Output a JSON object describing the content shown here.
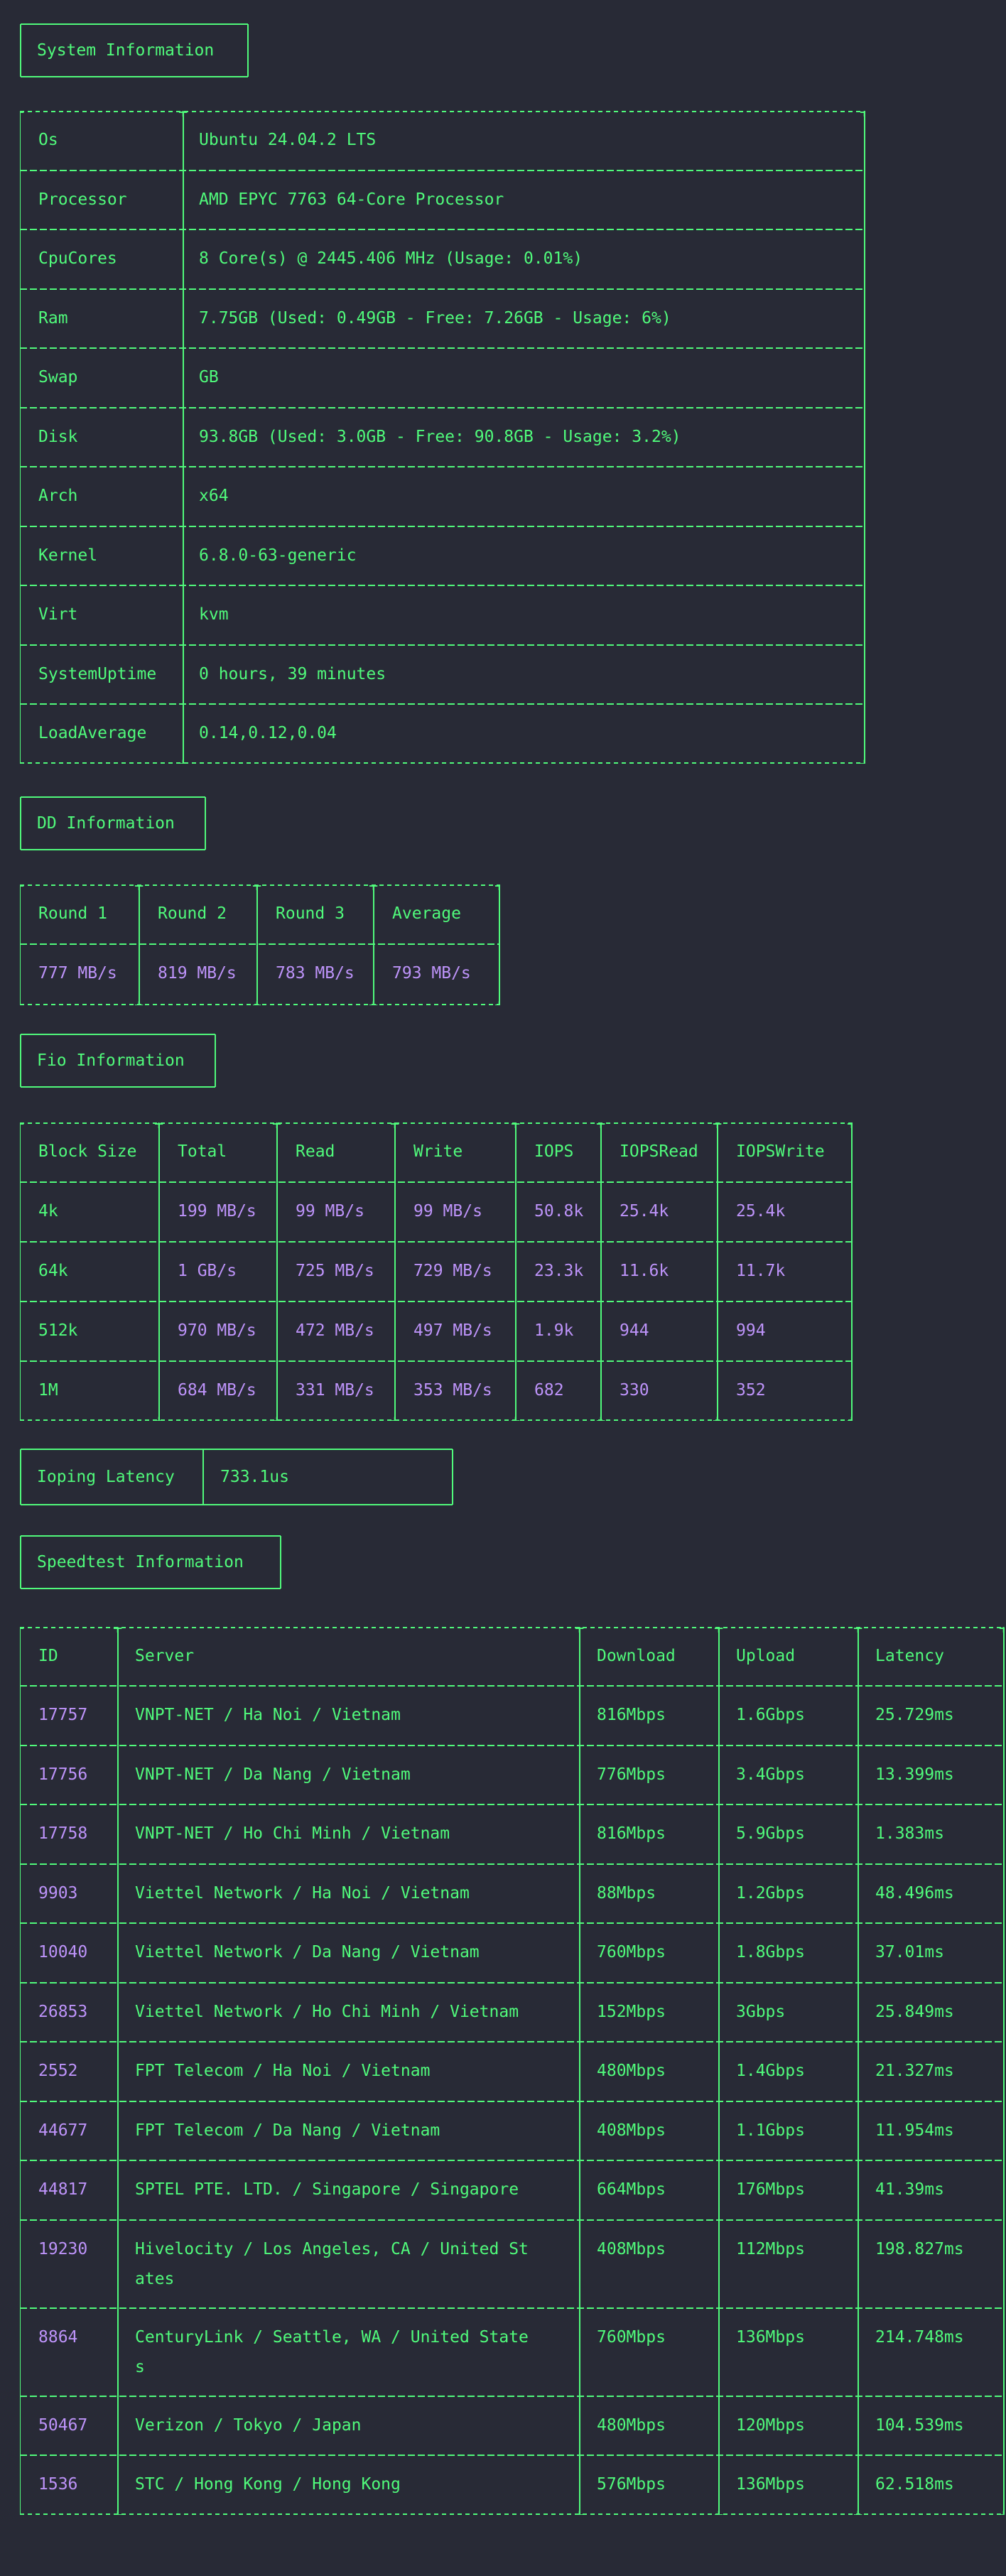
{
  "sections": {
    "system": "System Information",
    "dd": "DD Information",
    "fio": "Fio Information",
    "ioping_label": "Ioping Latency",
    "ioping_value": "733.1us",
    "speedtest": "Speedtest Information"
  },
  "system_info": [
    {
      "key": "Os",
      "value": "Ubuntu 24.04.2 LTS"
    },
    {
      "key": "Processor",
      "value": "AMD EPYC 7763 64-Core Processor"
    },
    {
      "key": "CpuCores",
      "value": "8 Core(s) @ 2445.406 MHz (Usage: 0.01%)"
    },
    {
      "key": "Ram",
      "value": "7.75GB (Used: 0.49GB - Free: 7.26GB - Usage: 6%)"
    },
    {
      "key": "Swap",
      "value": "GB"
    },
    {
      "key": "Disk",
      "value": "93.8GB (Used: 3.0GB - Free: 90.8GB - Usage: 3.2%)"
    },
    {
      "key": "Arch",
      "value": "x64"
    },
    {
      "key": "Kernel",
      "value": "6.8.0-63-generic"
    },
    {
      "key": "Virt",
      "value": "kvm"
    },
    {
      "key": "SystemUptime",
      "value": "0 hours, 39 minutes"
    },
    {
      "key": "LoadAverage",
      "value": "0.14,0.12,0.04"
    }
  ],
  "dd": {
    "headers": [
      "Round 1",
      "Round 2",
      "Round 3",
      "Average"
    ],
    "values": [
      "777 MB/s",
      "819 MB/s",
      "783 MB/s",
      "793 MB/s"
    ]
  },
  "fio": {
    "headers": [
      "Block Size",
      "Total",
      "Read",
      "Write",
      "IOPS",
      "IOPSRead",
      "IOPSWrite"
    ],
    "rows": [
      [
        "4k",
        "199 MB/s",
        "99 MB/s",
        "99 MB/s",
        "50.8k",
        "25.4k",
        "25.4k"
      ],
      [
        "64k",
        "1 GB/s",
        "725 MB/s",
        "729 MB/s",
        "23.3k",
        "11.6k",
        "11.7k"
      ],
      [
        "512k",
        "970 MB/s",
        "472 MB/s",
        "497 MB/s",
        "1.9k",
        "944",
        "994"
      ],
      [
        "1M",
        "684 MB/s",
        "331 MB/s",
        "353 MB/s",
        "682",
        "330",
        "352"
      ]
    ]
  },
  "speedtest": {
    "headers": [
      "ID",
      "Server",
      "Download",
      "Upload",
      "Latency"
    ],
    "rows": [
      {
        "id": "17757",
        "server": [
          "VNPT-NET / Ha Noi / Vietnam"
        ],
        "download": "816Mbps",
        "upload": "1.6Gbps",
        "latency": "25.729ms"
      },
      {
        "id": "17756",
        "server": [
          "VNPT-NET / Da Nang / Vietnam"
        ],
        "download": "776Mbps",
        "upload": "3.4Gbps",
        "latency": "13.399ms"
      },
      {
        "id": "17758",
        "server": [
          "VNPT-NET / Ho Chi Minh / Vietnam"
        ],
        "download": "816Mbps",
        "upload": "5.9Gbps",
        "latency": "1.383ms"
      },
      {
        "id": "9903",
        "server": [
          "Viettel Network / Ha Noi / Vietnam"
        ],
        "download": "88Mbps",
        "upload": "1.2Gbps",
        "latency": "48.496ms"
      },
      {
        "id": "10040",
        "server": [
          "Viettel Network / Da Nang / Vietnam"
        ],
        "download": "760Mbps",
        "upload": "1.8Gbps",
        "latency": "37.01ms"
      },
      {
        "id": "26853",
        "server": [
          "Viettel Network / Ho Chi Minh / Vietnam"
        ],
        "download": "152Mbps",
        "upload": "3Gbps",
        "latency": "25.849ms"
      },
      {
        "id": "2552",
        "server": [
          "FPT Telecom / Ha Noi / Vietnam"
        ],
        "download": "480Mbps",
        "upload": "1.4Gbps",
        "latency": "21.327ms"
      },
      {
        "id": "44677",
        "server": [
          "FPT Telecom / Da Nang / Vietnam"
        ],
        "download": "408Mbps",
        "upload": "1.1Gbps",
        "latency": "11.954ms"
      },
      {
        "id": "44817",
        "server": [
          "SPTEL PTE. LTD. / Singapore / Singapore"
        ],
        "download": "664Mbps",
        "upload": "176Mbps",
        "latency": "41.39ms"
      },
      {
        "id": "19230",
        "server": [
          "Hivelocity / Los Angeles, CA / United St",
          "ates"
        ],
        "download": "408Mbps",
        "upload": "112Mbps",
        "latency": "198.827ms"
      },
      {
        "id": "8864",
        "server": [
          "CenturyLink / Seattle, WA / United State",
          "s"
        ],
        "download": "760Mbps",
        "upload": "136Mbps",
        "latency": "214.748ms"
      },
      {
        "id": "50467",
        "server": [
          "Verizon / Tokyo / Japan"
        ],
        "download": "480Mbps",
        "upload": "120Mbps",
        "latency": "104.539ms"
      },
      {
        "id": "1536",
        "server": [
          "STC / Hong Kong / Hong Kong"
        ],
        "download": "576Mbps",
        "upload": "136Mbps",
        "latency": "62.518ms"
      }
    ]
  },
  "colors": {
    "background": "#282a36",
    "border": "#50fa7b",
    "text": "#50fa7b",
    "number": "#bd93f9"
  }
}
